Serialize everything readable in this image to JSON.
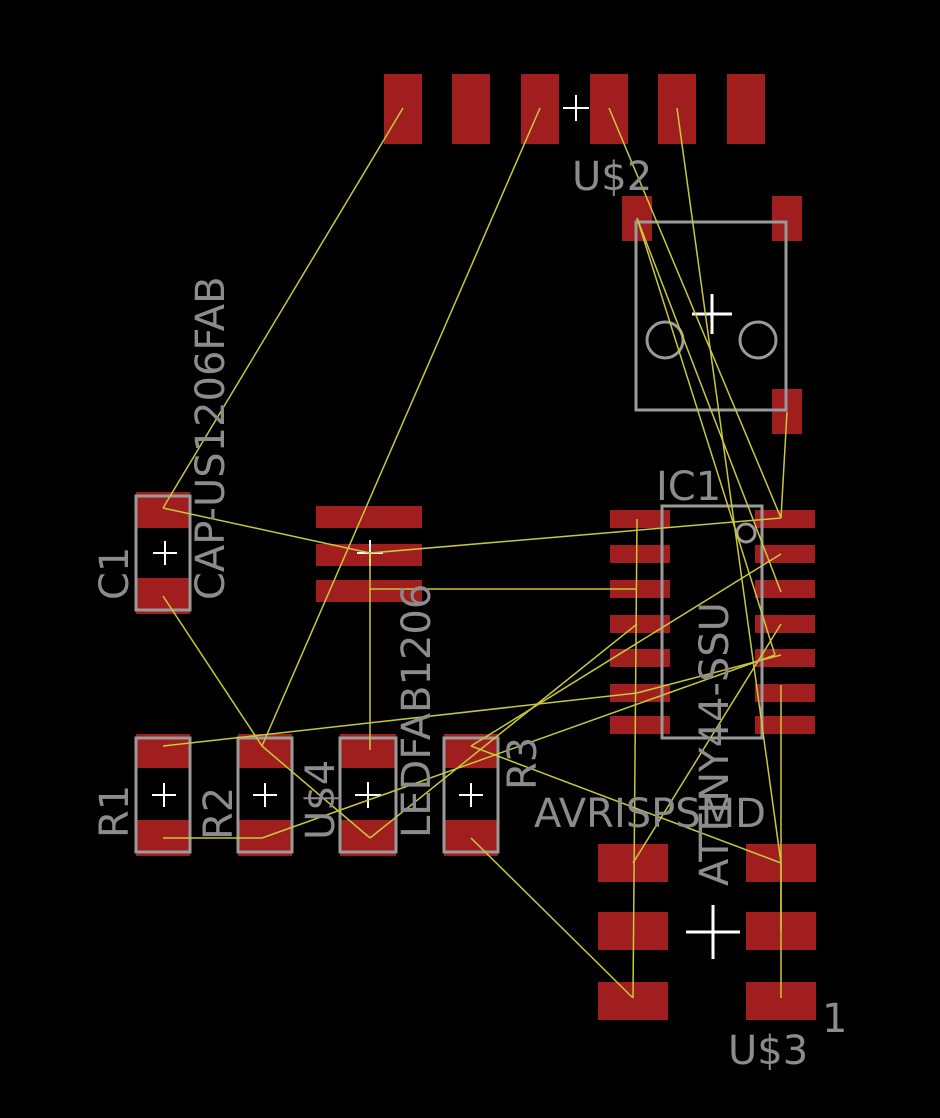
{
  "board": {
    "colors": {
      "background": "#000000",
      "pad": "#a01e1e",
      "silkscreen": "#9a9a9a",
      "airwire": "#c8c83c",
      "label": "#8c8c8c"
    }
  },
  "components": {
    "u2": {
      "name": "U$2"
    },
    "u3": {
      "name": "U$3",
      "pin1": "1"
    },
    "u4": {
      "name": "U$4",
      "value": "LEDFAB1206"
    },
    "c1": {
      "name": "C1",
      "value": "CAP-US1206FAB"
    },
    "r1": {
      "name": "R1"
    },
    "r2": {
      "name": "R2"
    },
    "r3": {
      "name": "R3"
    },
    "ic1": {
      "name": "IC1",
      "value": "ATTINY44-SSU"
    },
    "avrisp": {
      "value": "AVRISPSMD"
    }
  }
}
